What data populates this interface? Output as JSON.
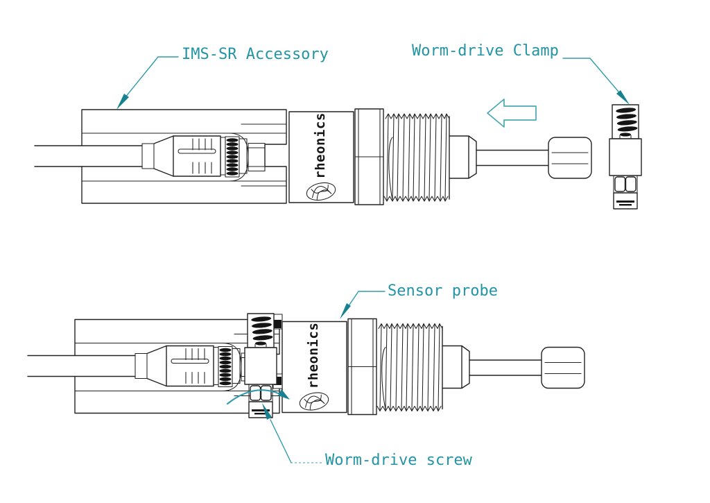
{
  "diagram": {
    "type": "technical-illustration",
    "brand_text": "rheonics",
    "labels": {
      "accessory": "IMS-SR Accessory",
      "clamp": "Worm-drive Clamp",
      "probe": "Sensor probe",
      "screw": "Worm-drive screw"
    },
    "icons": {
      "insert_direction_arrow": "hollow-left-arrow",
      "rotation_arrow": "curved-clockwise-arrow",
      "leader_arrowheads": "filled-taper-arrowhead",
      "logo": "rheonics-logo"
    },
    "colors": {
      "annotation_text": "#2394a4",
      "annotation_arrow": "#17818f",
      "drawing_line": "#222222",
      "background": "#ffffff"
    }
  }
}
